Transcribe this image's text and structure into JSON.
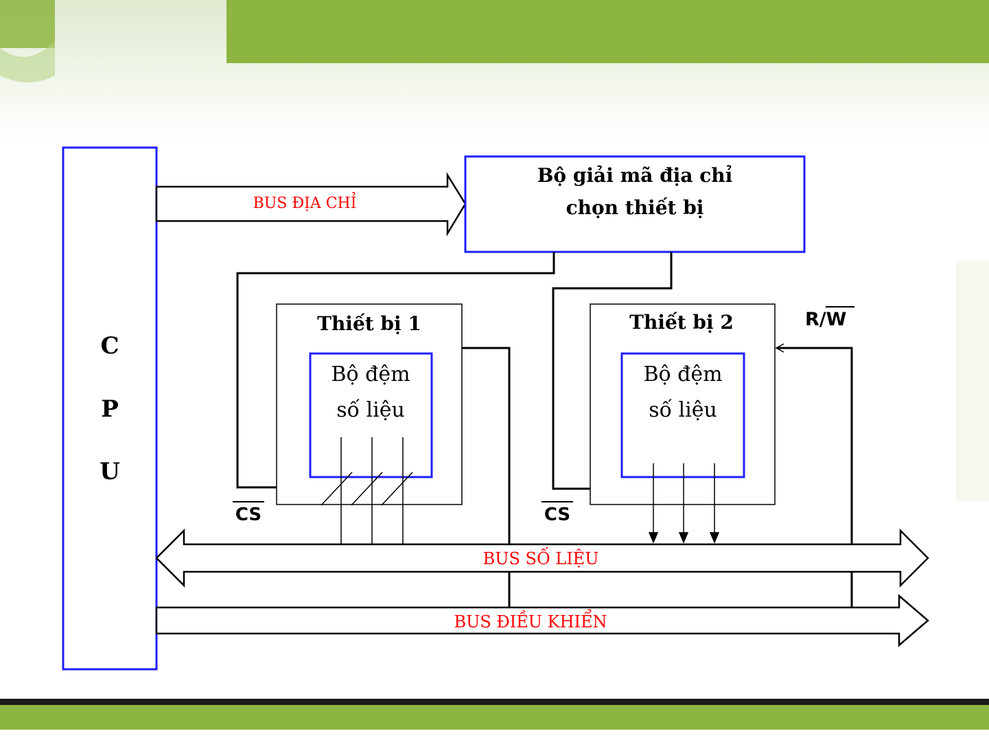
{
  "slide": {
    "colors": {
      "top_band": "#8db542",
      "top_band_light": "#cfe2a4",
      "bottom_band": "#8db542",
      "bottom_rule": "#1a1a1a",
      "box_blue": "#1f1fff",
      "bus_label_red": "#ff0000",
      "line": "#000000"
    }
  },
  "diagram": {
    "cpu": {
      "letters": [
        "C",
        "P",
        "U"
      ]
    },
    "decoder": {
      "line1": "Bộ giải mã địa chỉ",
      "line2": "chọn thiết bị"
    },
    "devices": [
      {
        "title": "Thiết bị 1",
        "buffer_line1": "Bộ đệm",
        "buffer_line2": "số liệu",
        "cs_label": "CS"
      },
      {
        "title": "Thiết bị 2",
        "buffer_line1": "Bộ đệm",
        "buffer_line2": "số liệu",
        "cs_label": "CS"
      }
    ],
    "rw_label": {
      "r": "R/",
      "w": "W"
    },
    "buses": {
      "address": "BUS ĐỊA CHỈ",
      "data": "BUS SỐ LIỆU",
      "control": "BUS ĐIỀU KHIỂN"
    }
  }
}
